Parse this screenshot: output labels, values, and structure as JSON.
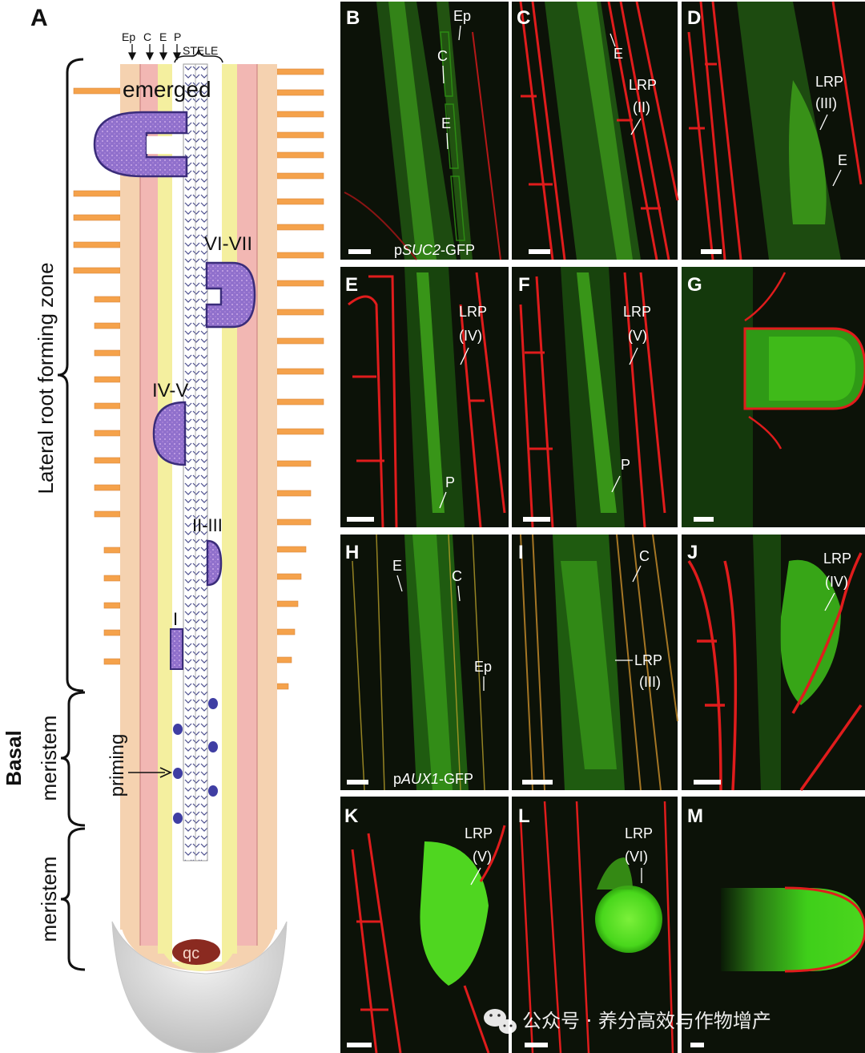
{
  "panel_a": {
    "letter": "A",
    "col_labels": [
      "Ep",
      "C",
      "E",
      "P"
    ],
    "stele_label": "STELE",
    "zone_lateral": "Lateral root forming zone",
    "zone_basal_1": "Basal",
    "zone_basal_2": "meristem",
    "zone_meristem": "meristem",
    "priming": "priming",
    "stage_emerged": "emerged",
    "stage_vi_vii": "VI-VII",
    "stage_iv_v": "IV-V",
    "stage_ii_iii": "II-III",
    "stage_i": "I",
    "qc": "qc"
  },
  "panels": [
    {
      "id": "B",
      "letter": "B",
      "labels": [
        "Ep",
        "C",
        "E"
      ],
      "caption_pre": "p",
      "caption_italic": "SUC2",
      "caption_post": "-GFP"
    },
    {
      "id": "C",
      "letter": "C",
      "labels": [
        "E",
        "LRP",
        "(II)"
      ]
    },
    {
      "id": "D",
      "letter": "D",
      "labels": [
        "LRP",
        "(III)",
        "E"
      ]
    },
    {
      "id": "E",
      "letter": "E",
      "labels": [
        "LRP",
        "(IV)",
        "P"
      ]
    },
    {
      "id": "F",
      "letter": "F",
      "labels": [
        "LRP",
        "(V)",
        "P"
      ]
    },
    {
      "id": "G",
      "letter": "G",
      "labels": []
    },
    {
      "id": "H",
      "letter": "H",
      "labels": [
        "E",
        "C",
        "Ep"
      ],
      "caption_pre": "p",
      "caption_italic": "AUX1",
      "caption_post": "-GFP"
    },
    {
      "id": "I",
      "letter": "I",
      "labels": [
        "C",
        "LRP",
        "(III)"
      ]
    },
    {
      "id": "J",
      "letter": "J",
      "labels": [
        "LRP",
        "(IV)"
      ]
    },
    {
      "id": "K",
      "letter": "K",
      "labels": [
        "LRP",
        "(V)"
      ]
    },
    {
      "id": "L",
      "letter": "L",
      "labels": [
        "LRP",
        "(VI)"
      ]
    },
    {
      "id": "M",
      "letter": "M",
      "labels": []
    }
  ],
  "watermark": "公众号 · 养分高效与作物增产",
  "colors": {
    "bg_dark": "#0c1208",
    "cell_wall_red": "#e41e1e",
    "gfp_green": "#5fd629",
    "root_epidermis": "#f5d2b0",
    "root_cortex": "#f2b7b3",
    "root_endodermis": "#f4ef9f",
    "primordium": "#8e69c8",
    "hair": "#f5a24b"
  }
}
